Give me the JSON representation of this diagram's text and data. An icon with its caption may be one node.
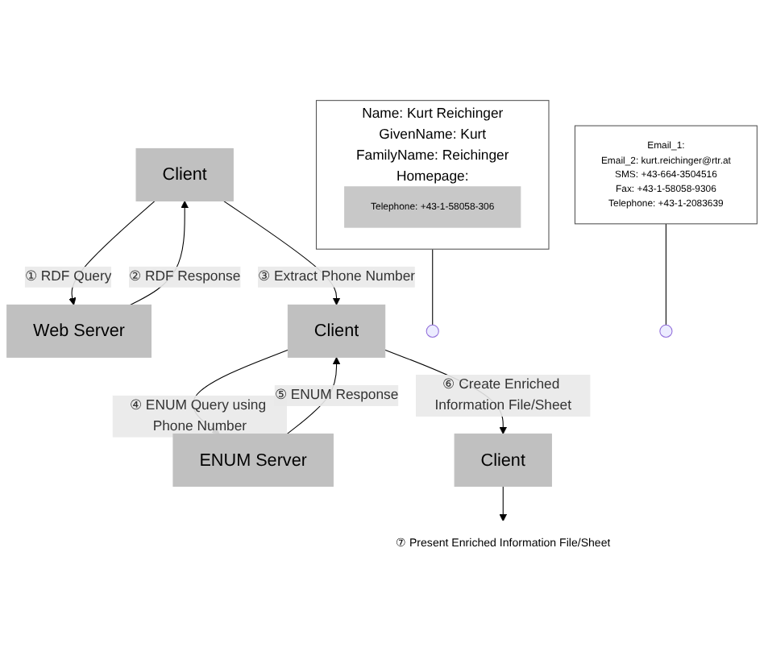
{
  "diagram": {
    "nodes": [
      {
        "text": [
          "Client"
        ]
      },
      {
        "text": [
          "Web Server"
        ]
      },
      {
        "text": [
          "Name: Kurt Reichinger",
          "GivenName: Kurt",
          "FamilyName: Reichinger",
          "Homepage:"
        ]
      },
      {
        "text": [
          "Telephone: +43-1-58058-306"
        ],
        "in": 2
      },
      {
        "text": [
          "Client"
        ]
      },
      {
        "text": [
          "ENUM Server"
        ]
      },
      {
        "text": [
          "Email_1:",
          "Email_2: kurt.reichinger@rtr.at",
          "SMS: +43-664-3504516",
          "Fax: +43-1-58058-9306",
          "Telephone: +43-1-2083639"
        ]
      },
      {
        "text": [
          "Client"
        ]
      },
      {
        "text": [
          "⑦ Present Enriched Information File/Sheet"
        ]
      }
    ],
    "edges": [
      {
        "from": 0,
        "to": 1,
        "arrow": "to",
        "label": "① RDF Query"
      },
      {
        "from": 1,
        "to": 0,
        "arrow": "to",
        "label": "② RDF Response"
      },
      {
        "from": 2,
        "to": null,
        "arrow": "none"
      },
      {
        "from": 0,
        "to": 4,
        "arrow": "to",
        "label": "③ Extract Phone Number"
      },
      {
        "from": 4,
        "to": 5,
        "arrow": "to",
        "label": "④ ENUM Query using Phone Number"
      },
      {
        "from": 5,
        "to": 4,
        "arrow": "to",
        "label": "⑤ ENUM Response"
      },
      {
        "from": 6,
        "to": null,
        "arrow": "none"
      },
      {
        "from": 4,
        "to": 7,
        "arrow": "to",
        "label": "⑥ Create Enriched Information File/Sheet"
      },
      {
        "from": 7,
        "to": 8,
        "arrow": "to"
      }
    ]
  }
}
